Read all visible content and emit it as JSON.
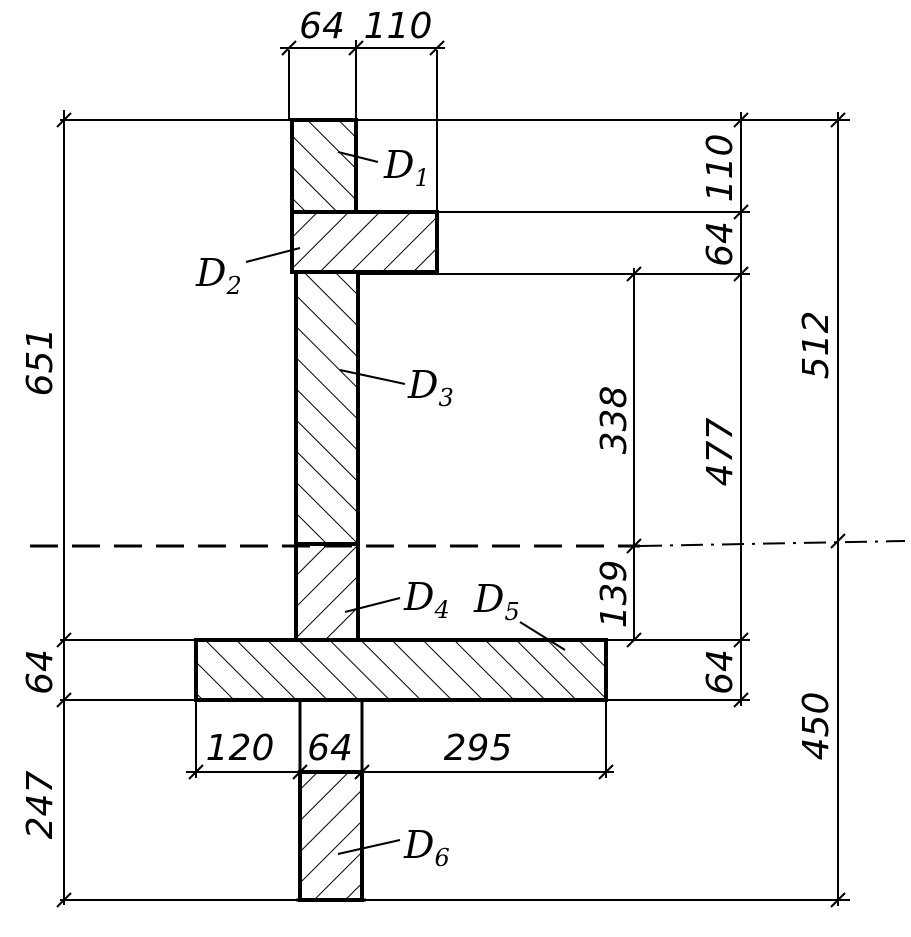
{
  "dimensions": {
    "top_width_left": "64",
    "top_width_right": "110",
    "left_total": "651",
    "left_flange": "64",
    "left_bottom": "247",
    "right_top": "110",
    "right_flange1": "64",
    "right_477": "477",
    "right_flange2": "64",
    "inner_338": "338",
    "inner_139": "139",
    "far_right_512": "512",
    "far_right_450": "450",
    "bottom_left": "120",
    "bottom_mid": "64",
    "bottom_right": "295"
  },
  "parts": [
    {
      "letter": "D",
      "index": "1"
    },
    {
      "letter": "D",
      "index": "2"
    },
    {
      "letter": "D",
      "index": "3"
    },
    {
      "letter": "D",
      "index": "4"
    },
    {
      "letter": "D",
      "index": "5"
    },
    {
      "letter": "D",
      "index": "6"
    }
  ],
  "colors": {
    "ink": "#000000",
    "paper": "#ffffff"
  }
}
